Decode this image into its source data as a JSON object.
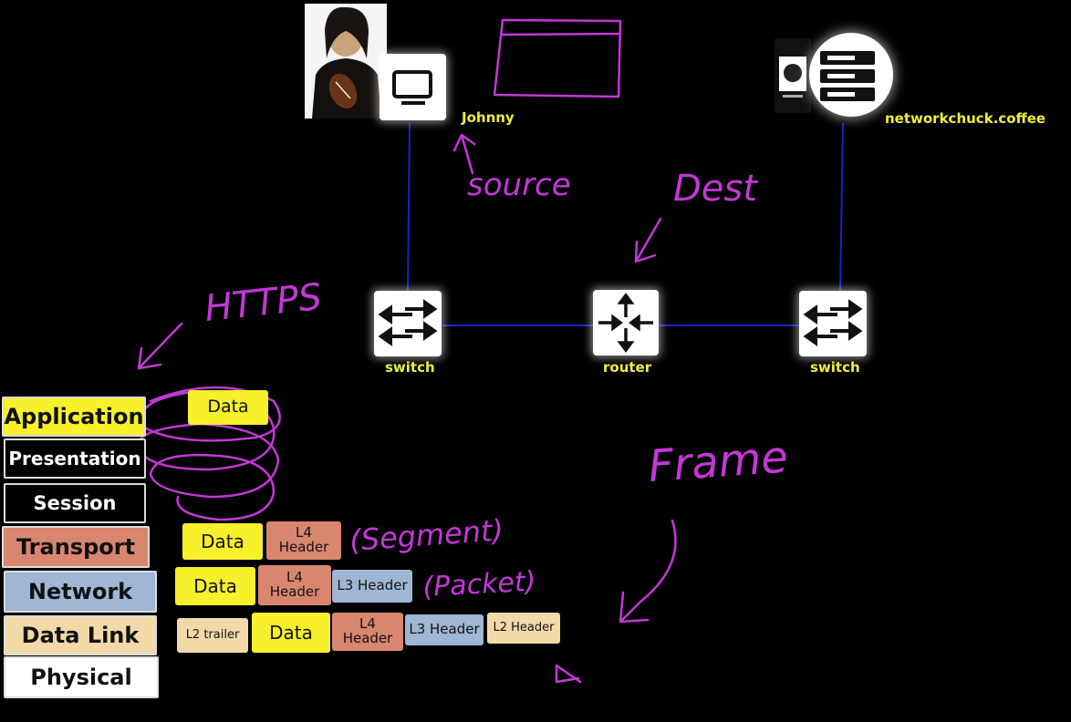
{
  "diagram": {
    "nodes": {
      "client_label": "Johnny",
      "server_label": "networkchuck.coffee",
      "switch_left_label": "switch",
      "router_label": "router",
      "switch_right_label": "switch"
    },
    "annotations": {
      "source": "source",
      "dest": "Dest",
      "https": "HTTPS",
      "frame": "Frame",
      "segment": "(Segment)",
      "packet": "(Packet)"
    },
    "osi_layers": [
      {
        "name": "Application",
        "color": "#f7f02a"
      },
      {
        "name": "Presentation",
        "color": "#000000"
      },
      {
        "name": "Session",
        "color": "#000000"
      },
      {
        "name": "Transport",
        "color": "#d98670"
      },
      {
        "name": "Network",
        "color": "#9fb6d4"
      },
      {
        "name": "Data Link",
        "color": "#f2d9a8"
      },
      {
        "name": "Physical",
        "color": "#ffffff"
      }
    ],
    "pdu": {
      "application_data": "Data",
      "transport_data": "Data",
      "transport_l4_line1": "L4",
      "transport_l4_line2": "Header",
      "network_data": "Data",
      "network_l4_line1": "L4",
      "network_l4_line2": "Header",
      "network_l3": "L3 Header",
      "datalink_l2_trailer": "L2 trailer",
      "datalink_data": "Data",
      "datalink_l4_line1": "L4",
      "datalink_l4_line2": "Header",
      "datalink_l3": "L3 Header",
      "datalink_l2": "L2 Header"
    },
    "colors": {
      "link_line": "#1b22c8",
      "ink": "#c437d6",
      "label_yellow": "#f0ee3a"
    }
  }
}
